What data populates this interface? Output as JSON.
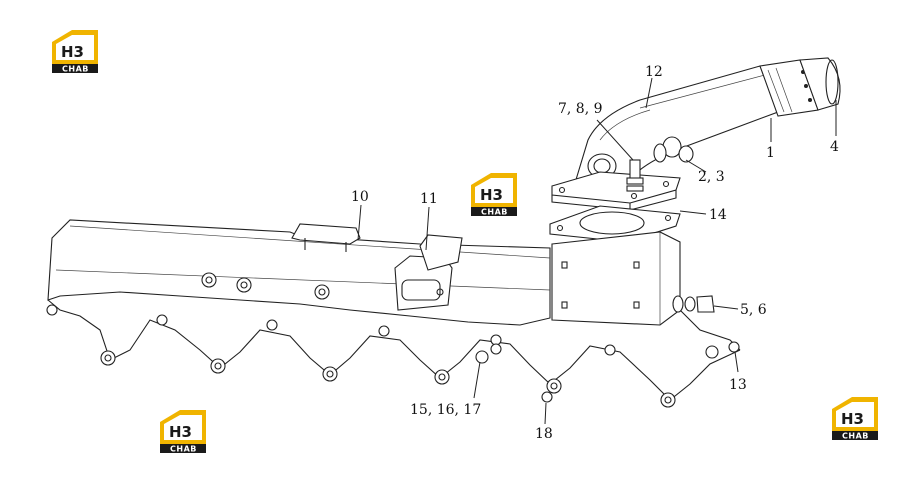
{
  "logo": {
    "top": "H3",
    "bottom": "CHAB",
    "color": "#f0b400"
  },
  "callouts": [
    {
      "id": "c1",
      "text": "1"
    },
    {
      "id": "c4",
      "text": "4"
    },
    {
      "id": "c12",
      "text": "12"
    },
    {
      "id": "c789",
      "text": "7, 8, 9"
    },
    {
      "id": "c23",
      "text": "2, 3"
    },
    {
      "id": "c14",
      "text": "14"
    },
    {
      "id": "c10",
      "text": "10"
    },
    {
      "id": "c11",
      "text": "11"
    },
    {
      "id": "c56",
      "text": "5, 6"
    },
    {
      "id": "c13",
      "text": "13"
    },
    {
      "id": "c151617",
      "text": "15, 16, 17"
    },
    {
      "id": "c18",
      "text": "18"
    }
  ]
}
